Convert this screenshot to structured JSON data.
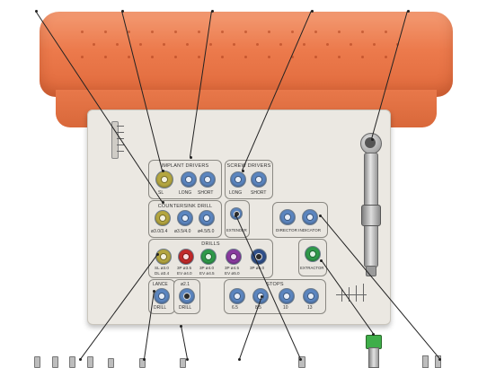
{
  "colors": {
    "lid": "#ec7a4c",
    "tray": "#ebe8e2",
    "hole_blue": "#5c86c0",
    "hole_olive": "#b4a640",
    "hole_red": "#c22a2a",
    "hole_green": "#2f9a4a",
    "hole_purple": "#8a3aa0",
    "hole_navy": "#2f4f8a",
    "hole_dark": "#3a3a3a"
  },
  "panels": {
    "implant_drivers": {
      "title": "IMPLANT DRIVERS",
      "labels": [
        "SL",
        "LONG",
        "SHORT"
      ]
    },
    "screw_drivers": {
      "title": "SCREW DRIVERS",
      "labels": [
        "LONG",
        "SHORT"
      ]
    },
    "countersink_drill": {
      "title": "COUNTERSINK DRILL",
      "labels": [
        "ø3.0/3.4",
        "ø3.5/4.0",
        "ø4.5/5.0"
      ]
    },
    "extender": {
      "label": "EXTENDER"
    },
    "director_indicator": {
      "label": "DIRECTOR INDICATOR"
    },
    "drills": {
      "title": "DRILLS",
      "labels": [
        [
          "SL ø3.0",
          "DL ø3.4"
        ],
        [
          "3P ø3.5",
          "EV ø4.0"
        ],
        [
          "3P ø4.0",
          "EV ø4.5"
        ],
        [
          "3P ø4.5",
          "EV ø5.0"
        ],
        [
          "3P ø5.0",
          ""
        ]
      ]
    },
    "extractor": {
      "label": "EXTRACTOR"
    },
    "lance_drill": {
      "title": "LANCE",
      "label": "DRILL"
    },
    "pilot_drill": {
      "title": "ø2.1",
      "label": "DRILL"
    },
    "stops": {
      "title": "STOPS",
      "labels": [
        "6.5",
        "8.5",
        "10",
        "13"
      ]
    }
  }
}
